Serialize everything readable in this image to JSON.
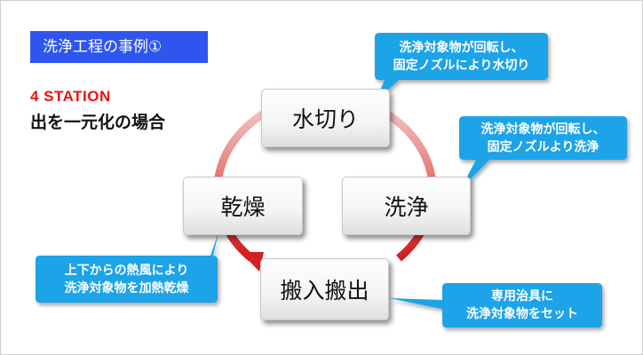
{
  "title": "洗浄工程の事例①",
  "station_label": "4 STATION",
  "subtitle": "出を一元化の場合",
  "steps": [
    {
      "label": "水切り"
    },
    {
      "label": "洗浄"
    },
    {
      "label": "搬入搬出"
    },
    {
      "label": "乾燥"
    }
  ],
  "callouts": {
    "drain": [
      "洗浄対象物が回転し、",
      "固定ノズルにより水切り"
    ],
    "wash": [
      "洗浄対象物が回転し、",
      "固定ノズルより洗浄"
    ],
    "load": [
      "専用治具に",
      "洗浄対象物をセット"
    ],
    "dry": [
      "上下からの熱風により",
      "洗浄対象物を加熱乾燥"
    ]
  },
  "colors": {
    "title_bg": "#2f55ee",
    "station": "#ee1111",
    "callout": "#1aa3e8",
    "arrow": "#d92a2a"
  }
}
